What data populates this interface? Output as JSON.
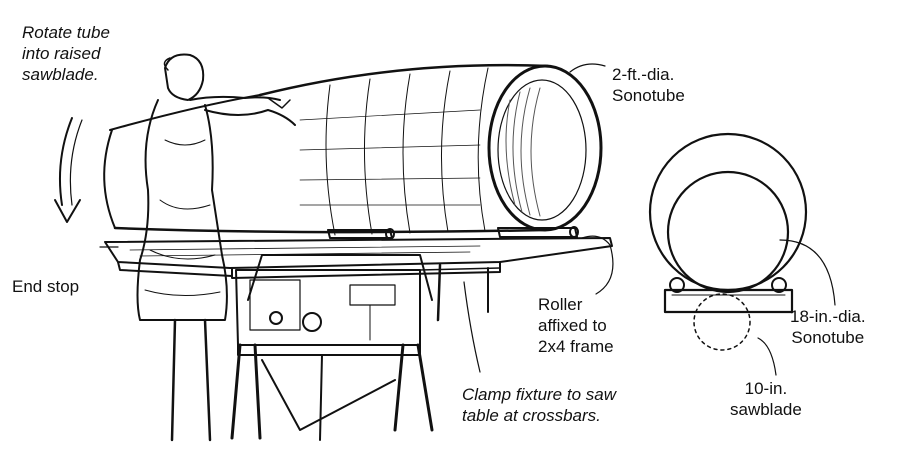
{
  "labels": {
    "rotate_tube": [
      "Rotate tube",
      "into raised",
      "sawblade."
    ],
    "sonotube_2ft": [
      "2-ft.-dia.",
      "Sonotube"
    ],
    "end_stop": "End stop",
    "roller": [
      "Roller",
      "affixed to",
      "2x4 frame"
    ],
    "sonotube_18in": [
      "18-in.-dia.",
      "Sonotube"
    ],
    "sawblade_10in": [
      "10-in.",
      "sawblade"
    ],
    "clamp_fixture": [
      "Clamp fixture to saw",
      "table at crossbars."
    ]
  },
  "colors": {
    "ink": "#111111",
    "paper": "#ffffff",
    "shade": "#555555"
  }
}
